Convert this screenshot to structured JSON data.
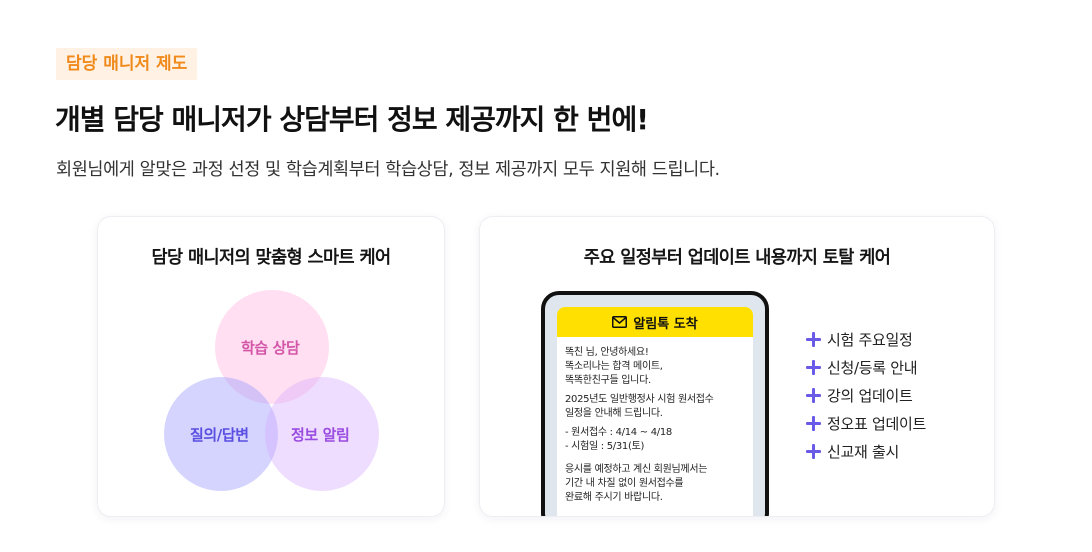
{
  "badge": "담당 매니저 제도",
  "headline": "개별 담당 매니저가 상담부터 정보 제공까지 한 번에!",
  "subline": "회원님에게 알맞은 과정 선정 및 학습계획부터 학습상담, 정보 제공까지 모두 지원해 드립니다.",
  "left_card": {
    "title": "담당 매니저의 맞춤형 스마트 케어",
    "venn": {
      "top": "학습 상담",
      "left": "질의/답변",
      "right": "정보 알림"
    }
  },
  "right_card": {
    "title": "주요 일정부터 업데이트 내용까지 토탈 케어",
    "phone": {
      "header": "알림톡 도착",
      "header_icon": "envelope-icon",
      "greeting_1": "똑친 님, 안녕하세요!",
      "greeting_2": "똑소리나는 합격 메이트,",
      "greeting_3": "똑똑한친구들 입니다.",
      "notice_1": "2025년도 일반행정사 시험 원서접수",
      "notice_2": "일정을 안내해 드립니다.",
      "item_1": "- 원서접수 : 4/14 ~ 4/18",
      "item_2": "- 시험일 : 5/31(토)",
      "closing_1": "응시를 예정하고 계신 회원님께서는",
      "closing_2": "기간 내 차질 없이 원서접수를",
      "closing_3": "완료해 주시기 바랍니다."
    },
    "features": [
      "시험 주요일정",
      "신청/등록 안내",
      "강의 업데이트",
      "정오표 업데이트",
      "신교재 출시"
    ]
  },
  "colors": {
    "badge_bg": "#fff1e3",
    "badge_text": "#f08a1c",
    "plus_icon": "#6a5ae8",
    "kakao_yellow": "#ffe000"
  }
}
